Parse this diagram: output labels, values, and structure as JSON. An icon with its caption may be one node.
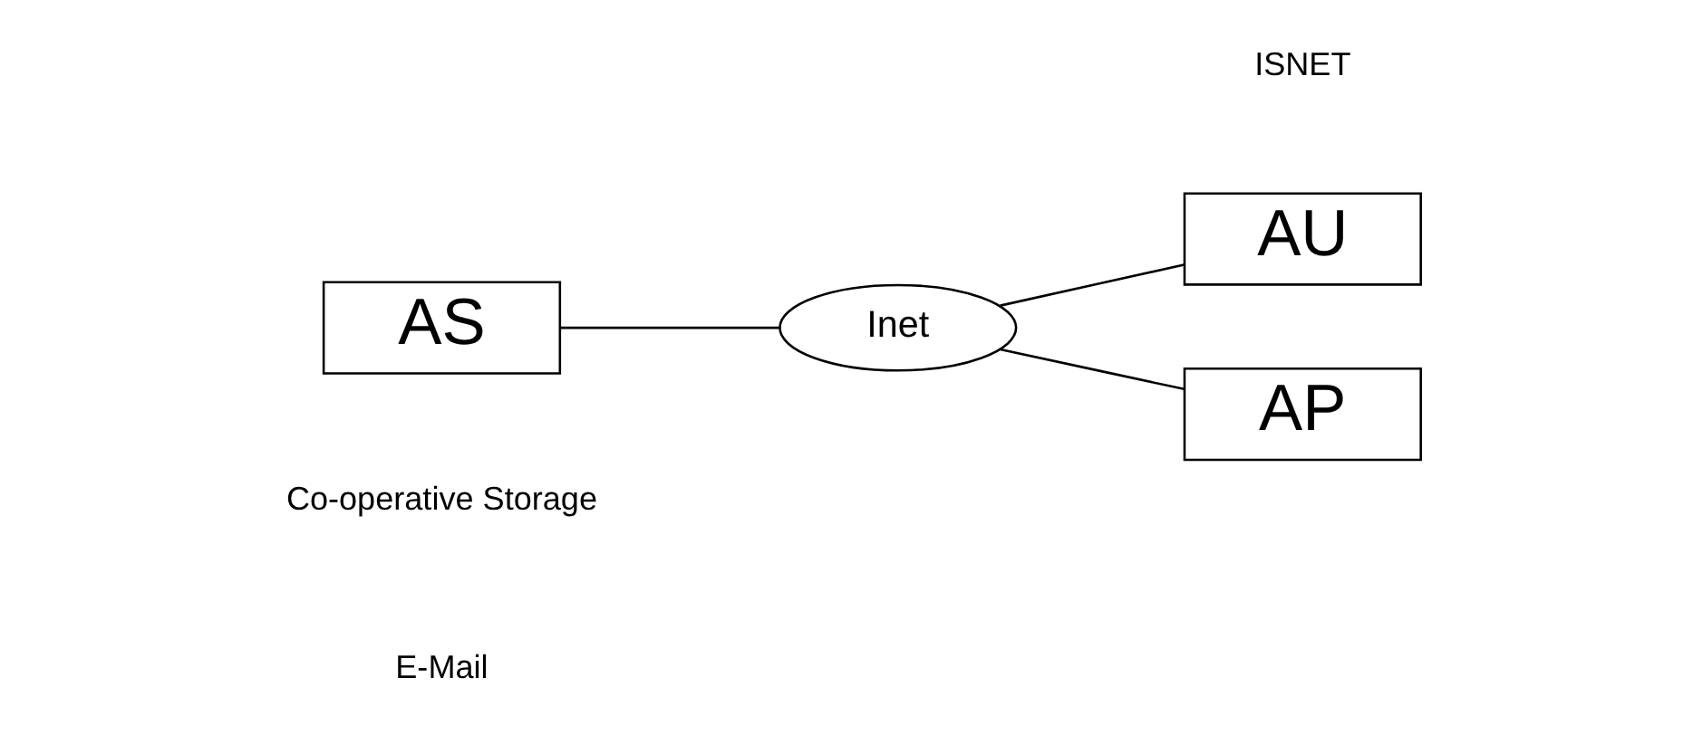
{
  "diagram": {
    "nodes": [
      {
        "text": [
          "AS"
        ]
      },
      {
        "text": [
          "Inet"
        ]
      },
      {
        "text": [
          "AU"
        ]
      },
      {
        "text": [
          "AP"
        ]
      }
    ],
    "edges": [
      {
        "from": 0,
        "to": 1,
        "arrow": "none"
      },
      {
        "from": 1,
        "to": 2,
        "arrow": "none"
      },
      {
        "from": 1,
        "to": 3,
        "arrow": "none"
      }
    ],
    "labels": [
      "Co-operative Storage",
      "E-Mail",
      "ISNET"
    ]
  }
}
